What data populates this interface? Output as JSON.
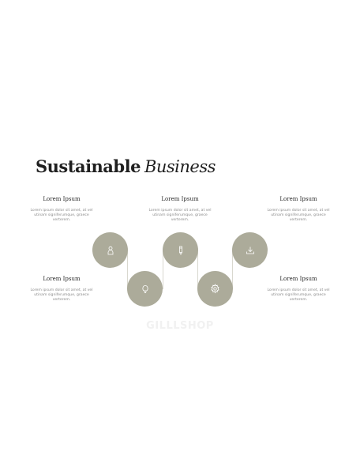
{
  "title": {
    "bold": "Sustainable",
    "italic": "Business"
  },
  "items": [
    {
      "heading": "Lorem Ipsum",
      "body": "Lorem ipsum dolor sit amet, at vel utinam signiferumque, graece verterem."
    },
    {
      "heading": "Lorem Ipsum",
      "body": "Lorem ipsum dolor sit amet, at vel utinam signiferumque, graece verterem."
    },
    {
      "heading": "Lorem Ipsum",
      "body": "Lorem ipsum dolor sit amet, at vel utinam signiferumque, graece verterem."
    },
    {
      "heading": "Lorem Ipsum",
      "body": "Lorem ipsum dolor sit amet, at vel utinam signiferumque, graece verterem."
    },
    {
      "heading": "Lorem Ipsum",
      "body": "Lorem ipsum dolor sit amet, at vel utinam signiferumque, graece verterem."
    }
  ],
  "icons": [
    "person-icon",
    "pencil-icon",
    "download-icon",
    "lightbulb-icon",
    "gear-icon"
  ],
  "colors": {
    "accent": "#acab9a",
    "title": "#1f1f1f",
    "body_text": "#8a8a8a"
  },
  "watermark": "GILLLSHOP"
}
